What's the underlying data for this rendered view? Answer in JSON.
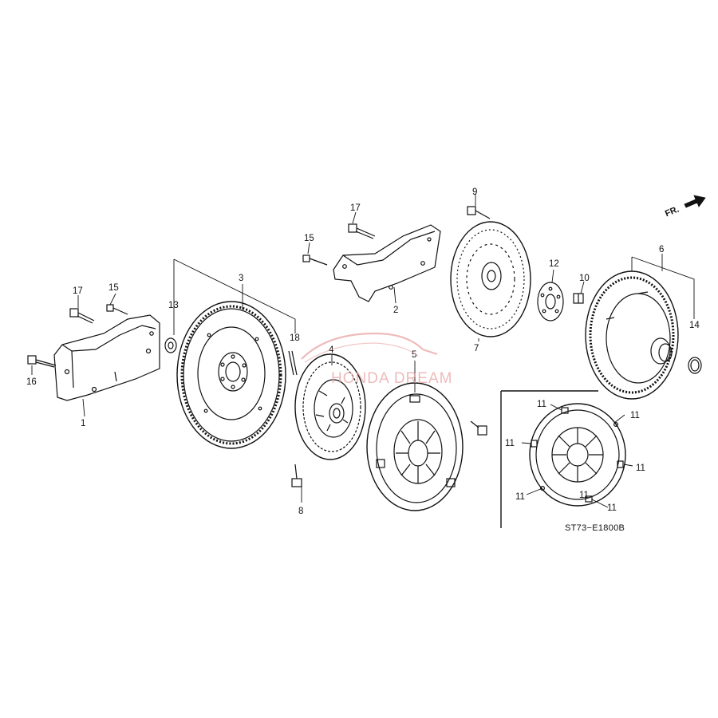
{
  "diagram": {
    "callouts": {
      "c1": "1",
      "c2": "2",
      "c3": "3",
      "c4": "4",
      "c5": "5",
      "c6": "6",
      "c7": "7",
      "c8": "8",
      "c9": "9",
      "c10": "10",
      "c12": "12",
      "c13": "13",
      "c14": "14",
      "c15a": "15",
      "c15b": "15",
      "c16": "16",
      "c17a": "17",
      "c17b": "17",
      "c18": "18",
      "c11a": "11",
      "c11b": "11",
      "c11c": "11",
      "c11d": "11",
      "c11e": "11",
      "c11f": "11",
      "c11g": "11"
    },
    "front_arrow_label": "FR.",
    "diagram_code": "ST73−E1800B",
    "watermark": "HONDA DREAM"
  },
  "colors": {
    "line": "#111111",
    "watermark": "#e8a4a4",
    "background": "#ffffff"
  }
}
